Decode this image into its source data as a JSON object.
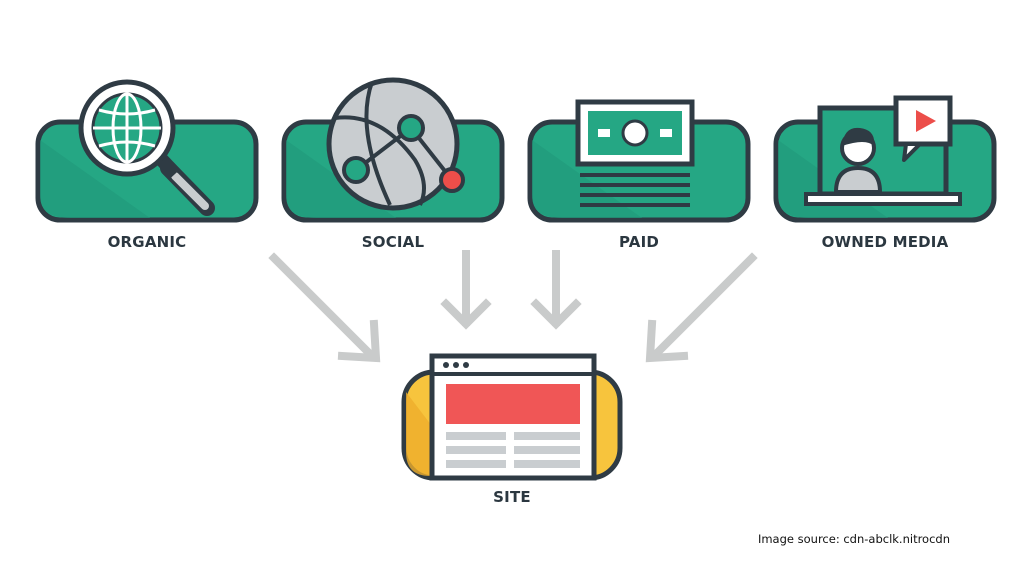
{
  "sources": [
    {
      "label": "ORGANIC",
      "icon": "magnifier-globe-icon"
    },
    {
      "label": "SOCIAL",
      "icon": "social-network-globe-icon"
    },
    {
      "label": "PAID",
      "icon": "banknote-icon"
    },
    {
      "label": "OWNED MEDIA",
      "icon": "video-presenter-icon"
    }
  ],
  "target": {
    "label": "SITE",
    "icon": "browser-window-icon"
  },
  "credit": "Image source: cdn-abclk.nitrocdn",
  "colors": {
    "card_green": "#25a784",
    "card_shadow": "#1f8f70",
    "outline": "#2f3b44",
    "arrow_gray": "#c9cbcb",
    "site_yellow": "#f7c43d",
    "site_red": "#f05656",
    "social_red": "#ec4e4a",
    "globe_gray": "#c9cdd0"
  }
}
